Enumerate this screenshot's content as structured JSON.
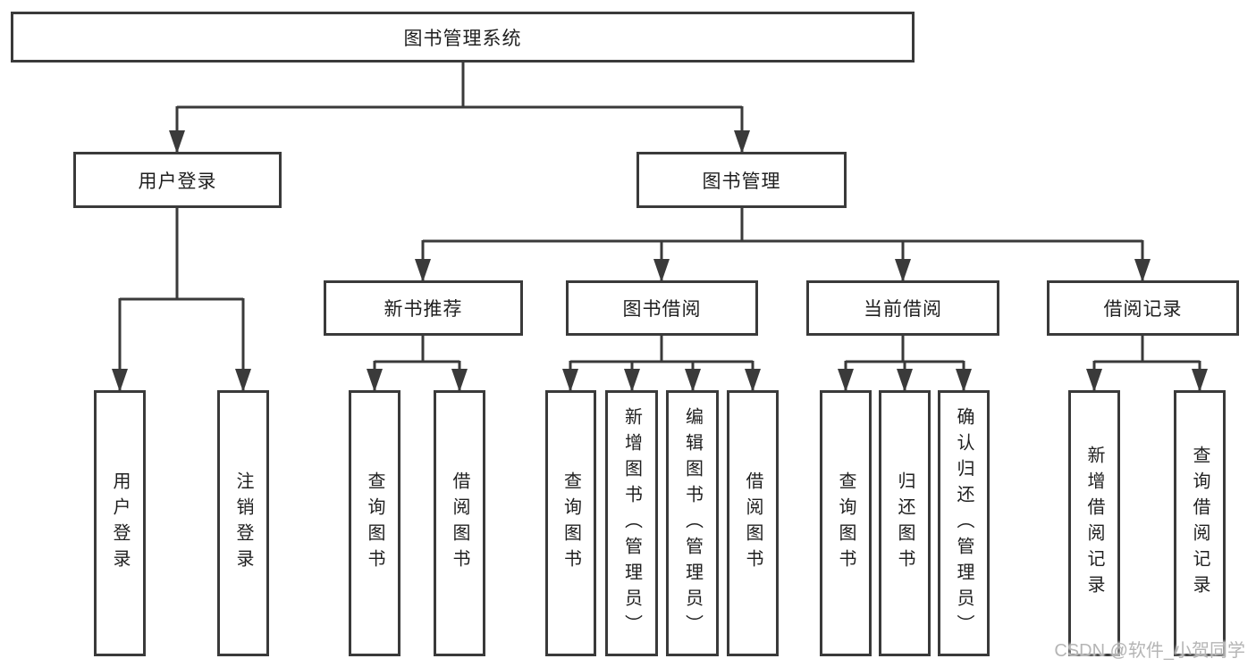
{
  "tree": {
    "label": "图书管理系统",
    "children": [
      {
        "label": "用户登录",
        "children": [
          {
            "label": "用户登录"
          },
          {
            "label": "注销登录"
          }
        ]
      },
      {
        "label": "图书管理",
        "children": [
          {
            "label": "新书推荐",
            "children": [
              {
                "label": "查询图书"
              },
              {
                "label": "借阅图书"
              }
            ]
          },
          {
            "label": "图书借阅",
            "children": [
              {
                "label": "查询图书"
              },
              {
                "label": "新增图书（管理员）"
              },
              {
                "label": "编辑图书（管理员）"
              },
              {
                "label": "借阅图书"
              }
            ]
          },
          {
            "label": "当前借阅",
            "children": [
              {
                "label": "查询图书"
              },
              {
                "label": "归还图书"
              },
              {
                "label": "确认归还（管理员）"
              }
            ]
          },
          {
            "label": "借阅记录",
            "children": [
              {
                "label": "新增借阅记录"
              },
              {
                "label": "查询借阅记录"
              }
            ]
          }
        ]
      }
    ]
  },
  "watermark": {
    "text": "CSDN @软件_小贺同学"
  },
  "colors": {
    "line": "#3a3a3a",
    "text": "#1f1f1f",
    "background": "#ffffff",
    "watermark": "#b5b5b5"
  }
}
